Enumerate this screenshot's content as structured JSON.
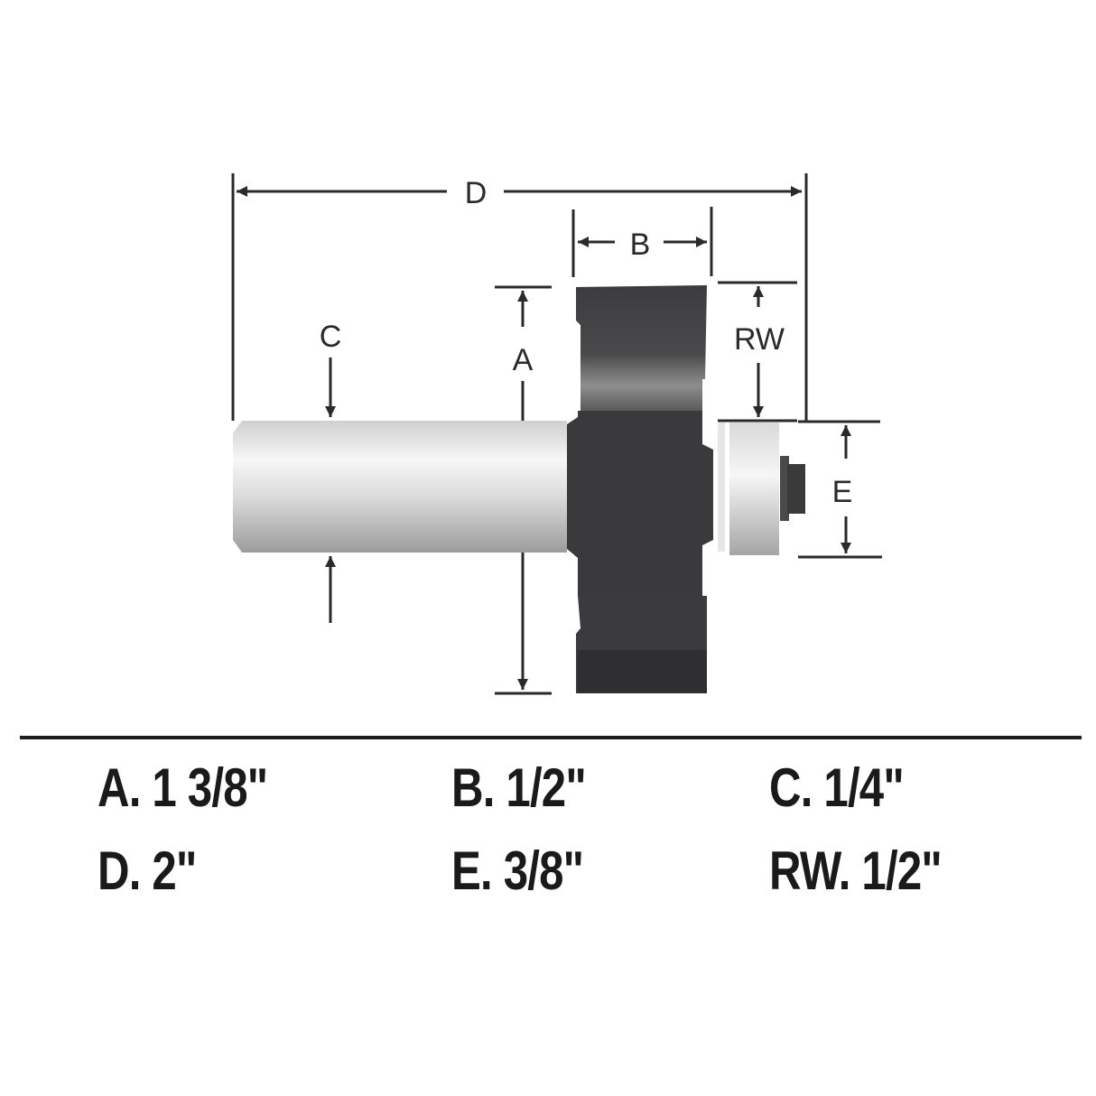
{
  "diagram": {
    "title": "Router bit dimension diagram",
    "labels": {
      "A": "A",
      "B": "B",
      "C": "C",
      "D": "D",
      "E": "E",
      "RW": "RW"
    },
    "colors": {
      "line": "#2a2a2a",
      "cutter": "#3a3a3c",
      "shank_light": "#f2f2f2",
      "shank_dark": "#a9a9a9"
    }
  },
  "specs": [
    {
      "key": "A",
      "text": "A. 1 3/8\""
    },
    {
      "key": "B",
      "text": "B. 1/2\""
    },
    {
      "key": "C",
      "text": "C. 1/4\""
    },
    {
      "key": "D",
      "text": "D. 2\""
    },
    {
      "key": "E",
      "text": "E. 3/8\""
    },
    {
      "key": "RW",
      "text": "RW. 1/2\""
    }
  ]
}
